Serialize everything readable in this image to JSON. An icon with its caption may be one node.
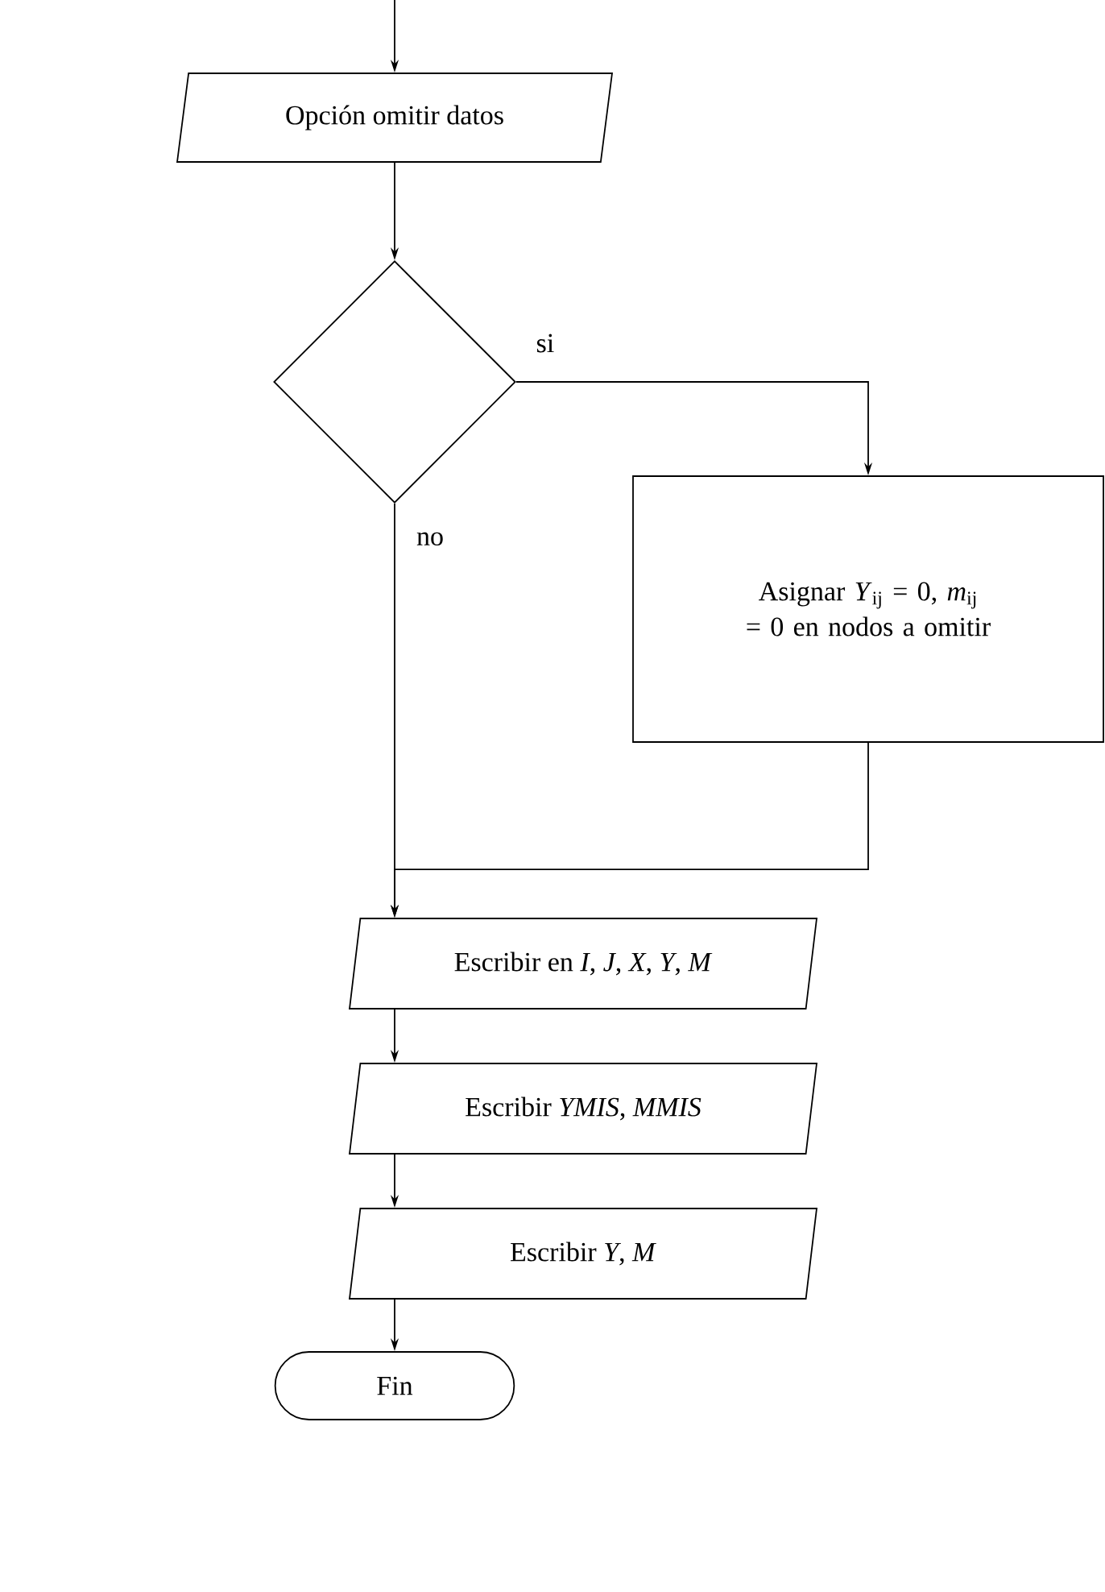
{
  "diagram": {
    "nodes": [
      {
        "text": [
          "Opción omitir datos"
        ]
      },
      {
        "text": [],
        "shape": "diamond"
      },
      {
        "text": [
          "Asignar *Y*$_{ij}$ = 0, *m*$_{ij}$ = 0 en nodos a omitir"
        ]
      },
      {
        "text": [
          "Escribir en *I*, *J*, *X*, *Y*, *M*"
        ]
      },
      {
        "text": [
          "Escribir *YMIS*, *MMIS*"
        ]
      },
      {
        "text": [
          "Escribir *Y*, *M*"
        ]
      },
      {
        "text": [
          "Fin"
        ]
      }
    ],
    "edges": [
      {
        "from": null,
        "to": 0,
        "arrow": "to"
      },
      {
        "from": 0,
        "to": 1,
        "arrow": "to"
      },
      {
        "from": 1,
        "to": 2,
        "arrow": "to",
        "label": "si"
      },
      {
        "from": 1,
        "to": 3,
        "arrow": "to",
        "label": "no"
      },
      {
        "from": 2,
        "to": 3,
        "arrow": "to"
      },
      {
        "from": 3,
        "to": 4,
        "arrow": "to"
      },
      {
        "from": 4,
        "to": 5,
        "arrow": "to"
      },
      {
        "from": 5,
        "to": 6,
        "arrow": "to"
      }
    ]
  }
}
